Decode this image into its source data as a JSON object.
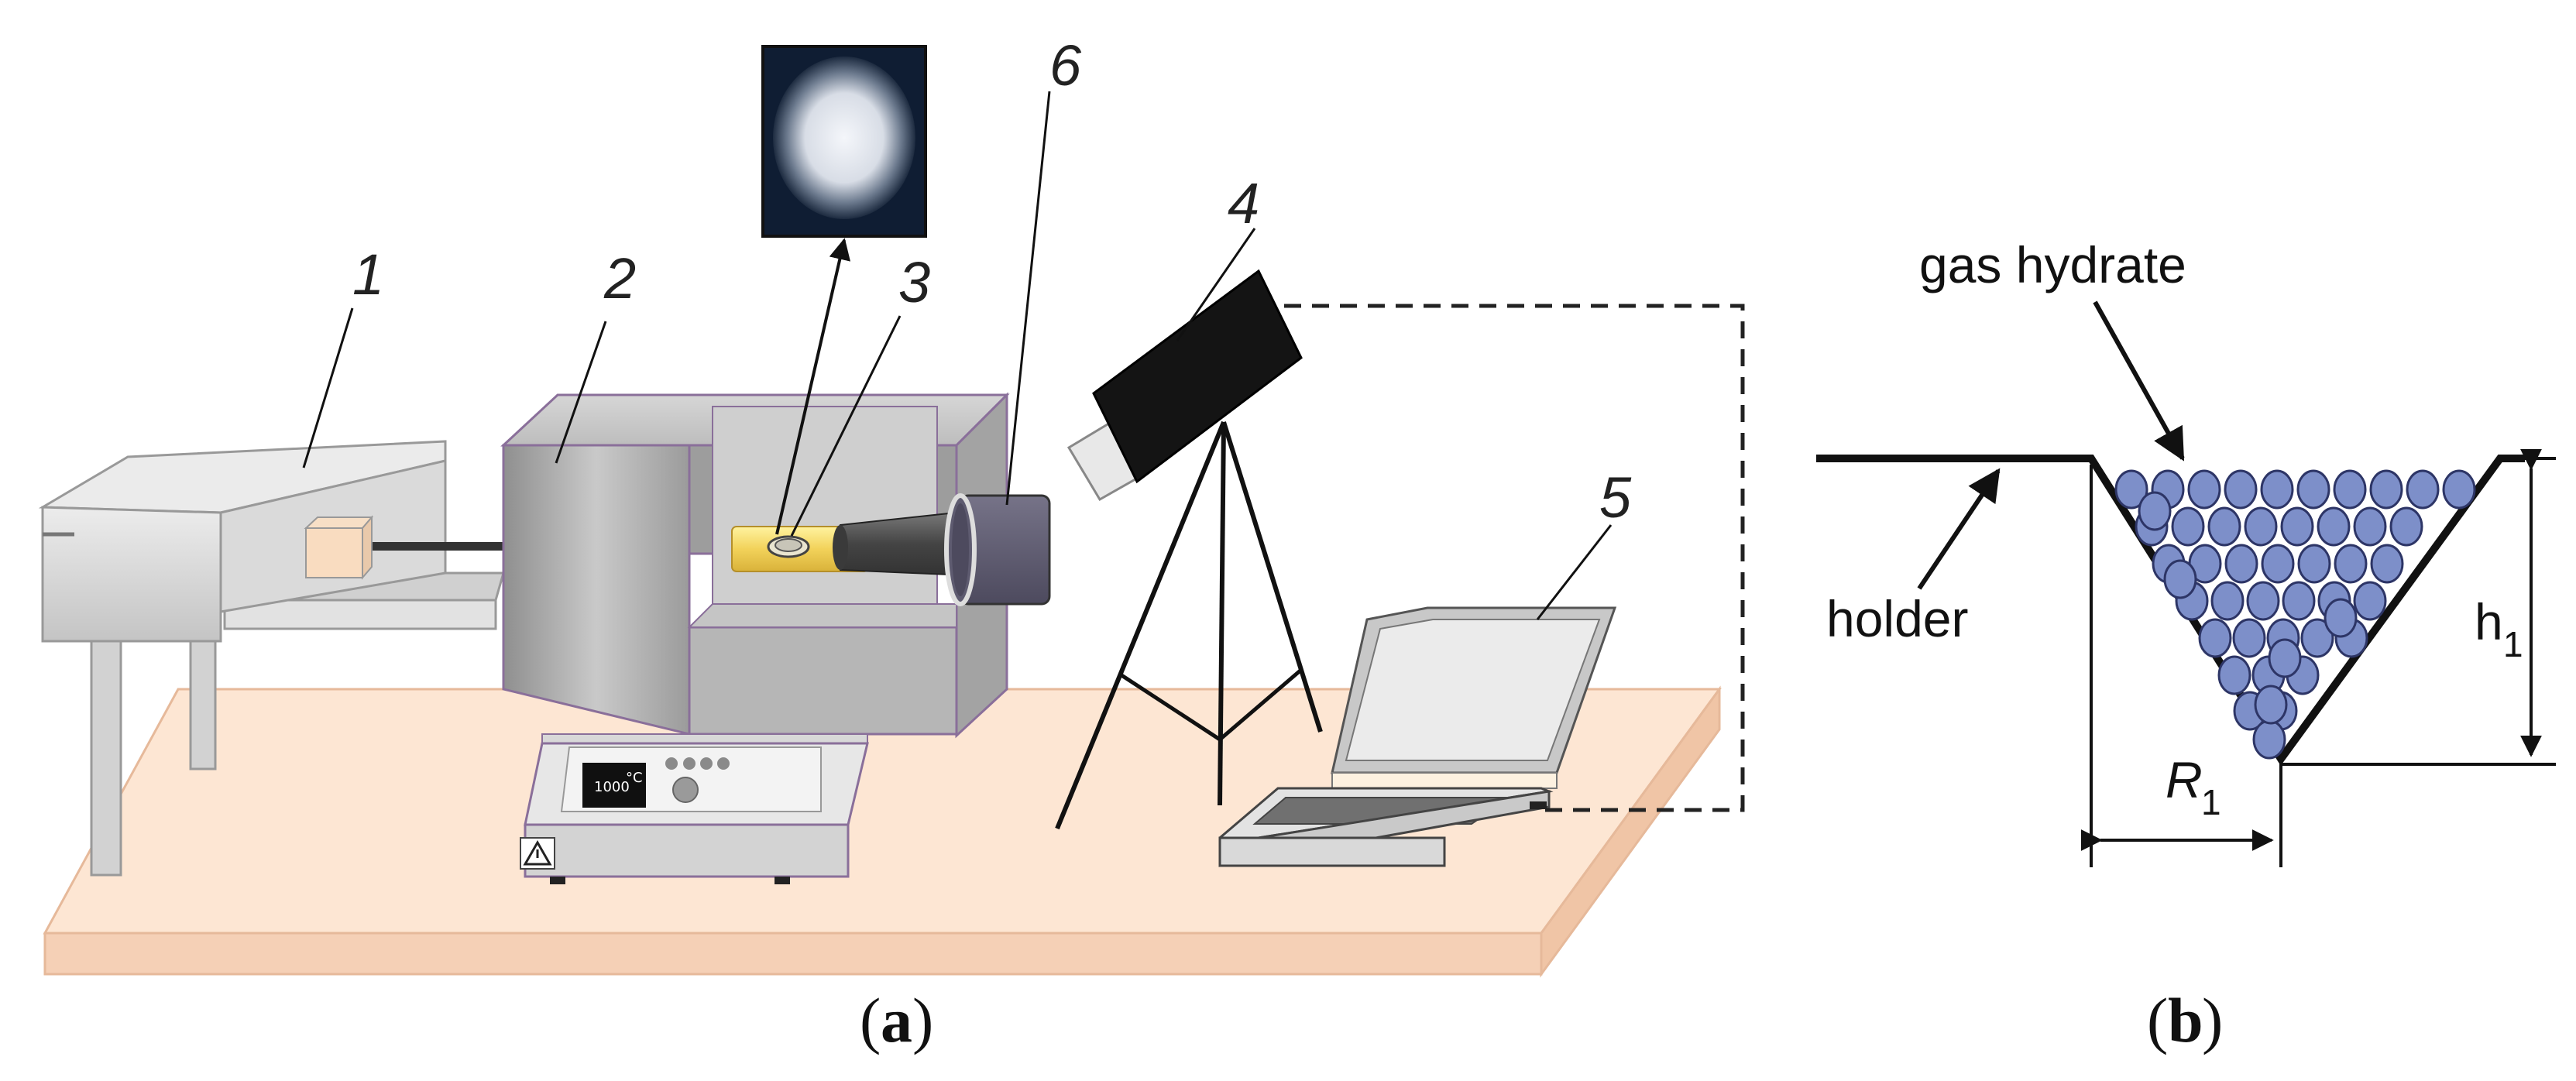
{
  "panel_a": {
    "caption_letter": "a",
    "labels": [
      "1",
      "2",
      "3",
      "4",
      "5",
      "6"
    ],
    "oven_display": "1000",
    "oven_unit": "°C"
  },
  "panel_b": {
    "caption_letter": "b",
    "gas_hydrate": "gas hydrate",
    "holder": "holder",
    "h_main": "h",
    "h_sub": "1",
    "r_main": "R",
    "r_sub": "1"
  },
  "colors": {
    "table_top": "#fde6d3",
    "table_edge": "#f3cbb0",
    "metal_gray": "#b3b3b3",
    "camera_black": "#141414",
    "particle_blue": "#7d8fc9",
    "lens_slate": "#5e5b70"
  }
}
